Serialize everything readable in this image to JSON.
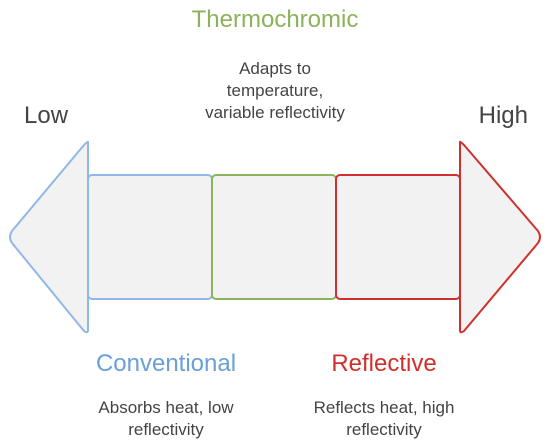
{
  "scale": {
    "low_label": "Low",
    "high_label": "High"
  },
  "categories": [
    {
      "id": "conventional",
      "title": "Conventional",
      "description_line1": "Absorbs heat, low",
      "description_line2": "reflectivity",
      "color": "#6a9fd8"
    },
    {
      "id": "thermochromic",
      "title": "Thermochromic",
      "description_line1": "Adapts to",
      "description_line2": "temperature,",
      "description_line3": "variable reflectivity",
      "color": "#8db35a"
    },
    {
      "id": "reflective",
      "title": "Reflective",
      "description_line1": "Reflects heat, high",
      "description_line2": "reflectivity",
      "color": "#d0302b"
    }
  ],
  "colors": {
    "fill": "#f2f2f2",
    "text": "#444444"
  }
}
